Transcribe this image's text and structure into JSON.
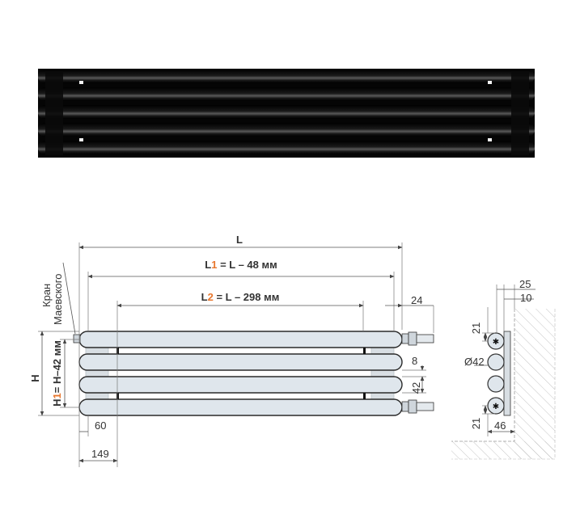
{
  "photo": {
    "name": "black-horizontal-radiator-photo",
    "color": "#0c0c0c"
  },
  "front_view": {
    "valve_label_line1": "Кран",
    "valve_label_line2": "Маевского",
    "dim_L": "L",
    "dim_L1": {
      "prefix": "L",
      "index": "1",
      "rest": " = L – 48 мм"
    },
    "dim_L2": {
      "prefix": "L",
      "index": "2",
      "rest": " = L – 298 мм"
    },
    "dim_24": "24",
    "dim_H": "H",
    "dim_H1": {
      "prefix": "H",
      "index": "1",
      "rest": "= H–42 мм"
    },
    "dim_8": "8",
    "dim_42": "42",
    "dim_60": "60",
    "dim_149": "149",
    "accent_color": "#e8772e"
  },
  "side_view": {
    "dim_25": "25",
    "dim_10": "10",
    "dim_21_top": "21",
    "dim_diam": "Ø42",
    "dim_21_bottom": "21",
    "dim_46": "46"
  }
}
